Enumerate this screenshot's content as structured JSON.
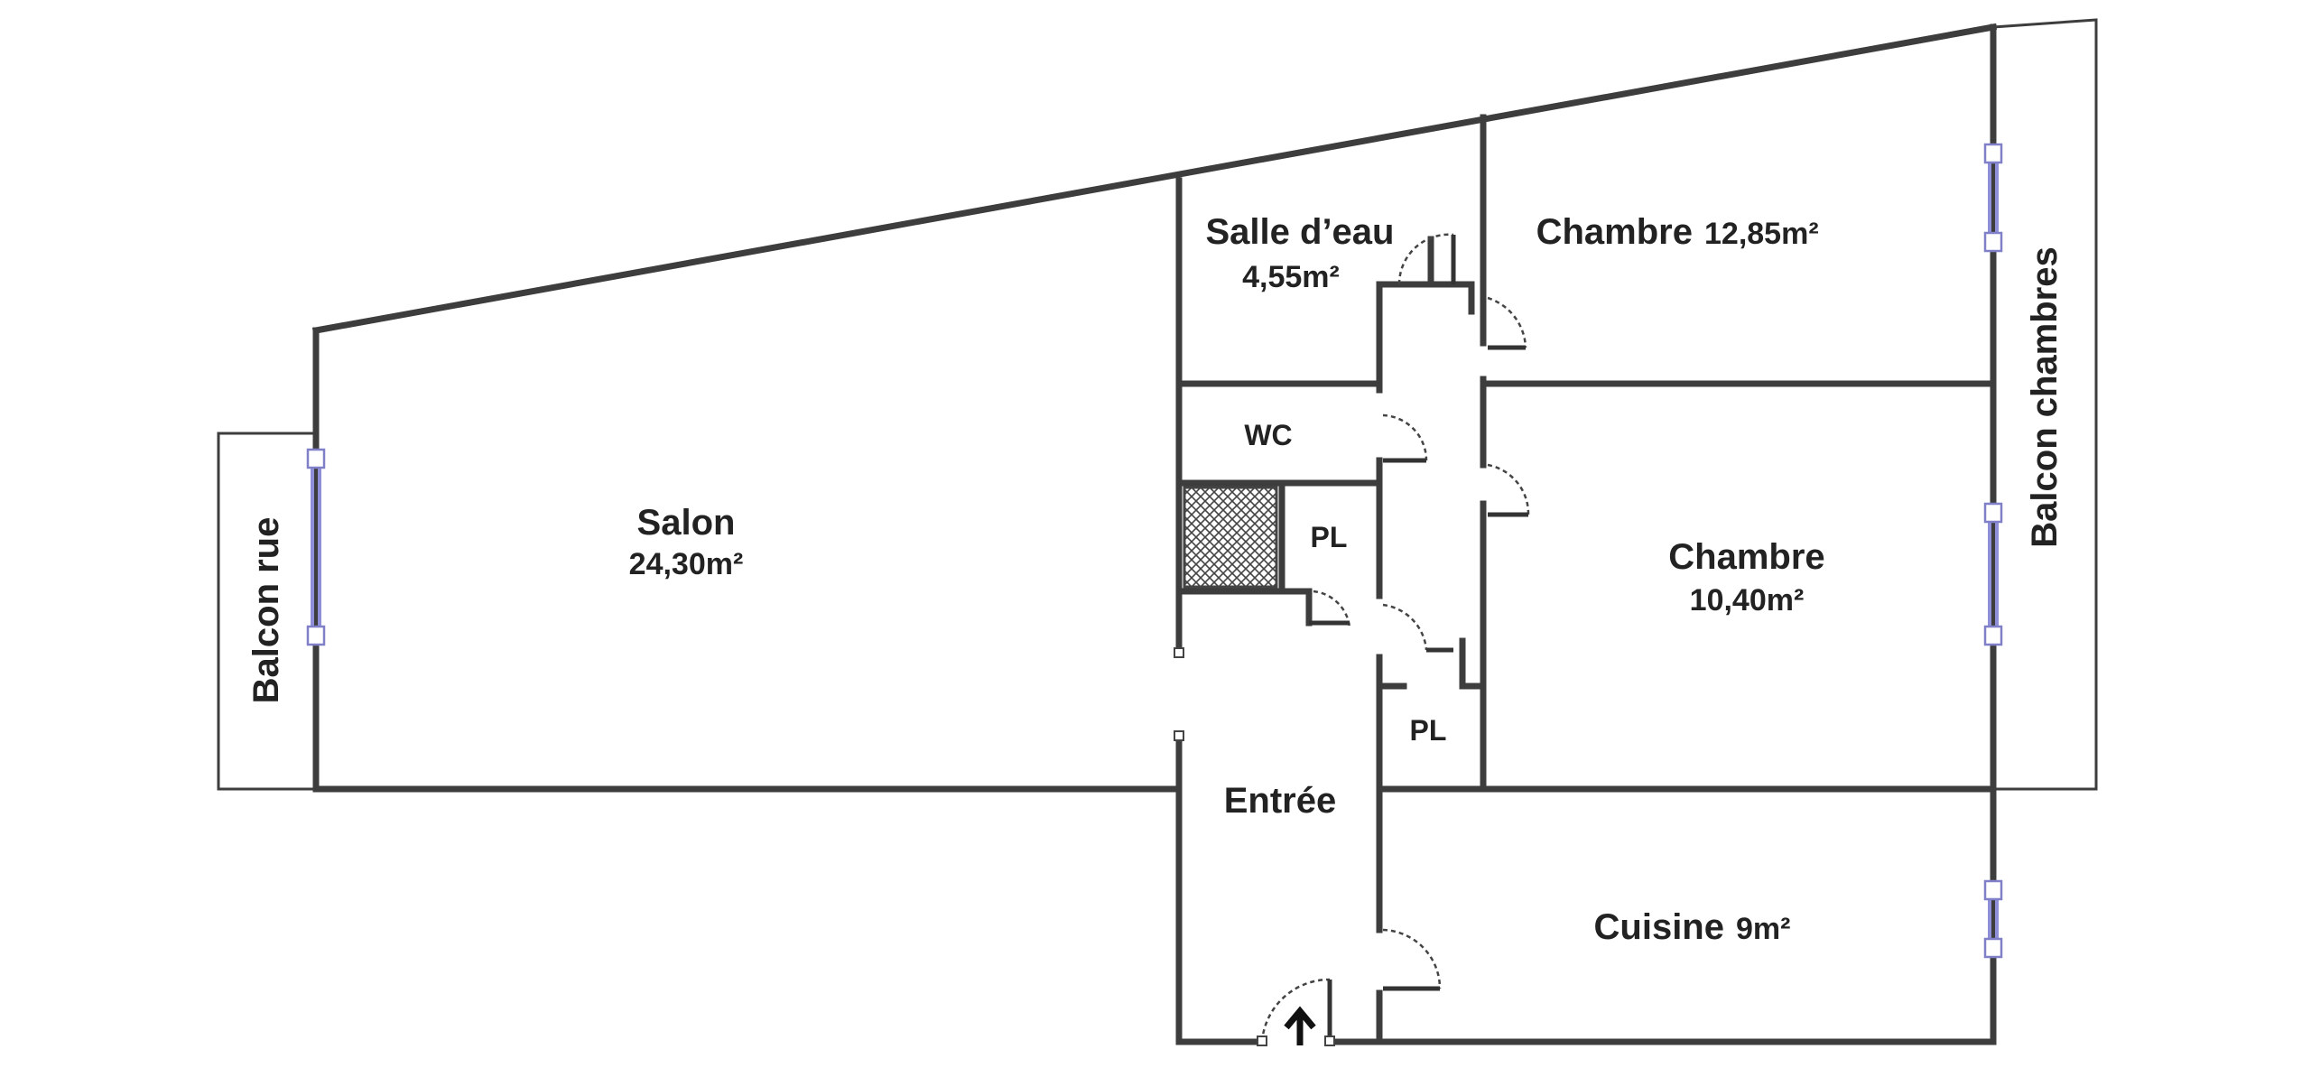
{
  "rooms": {
    "salon": {
      "name": "Salon",
      "area": "24,30m²"
    },
    "salle_eau": {
      "name": "Salle d’eau",
      "area": "4,55m²"
    },
    "wc": {
      "name": "WC"
    },
    "pl_upper": {
      "name": "PL"
    },
    "pl_lower": {
      "name": "PL"
    },
    "chambre_1": {
      "name": "Chambre",
      "area": "12,85m²"
    },
    "chambre_2": {
      "name": "Chambre",
      "area": "10,40m²"
    },
    "entree": {
      "name": "Entrée"
    },
    "cuisine": {
      "name": "Cuisine",
      "area": "9m²"
    },
    "balcon_rue": {
      "name": "Balcon rue"
    },
    "balcon_chambres": {
      "name": "Balcon chambres"
    }
  },
  "entry_icon": "up-arrow-icon",
  "colors": {
    "wall": "#3d3d3d",
    "window": "#8f8fd9",
    "hatch": "#444444"
  }
}
